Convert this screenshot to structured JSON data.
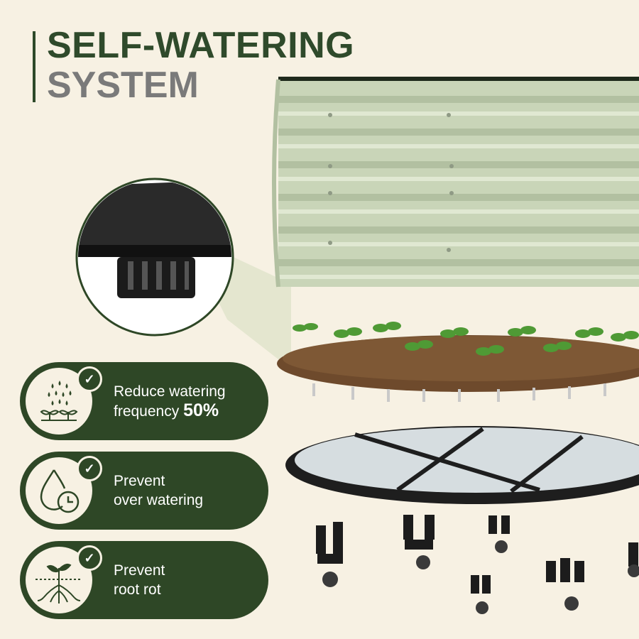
{
  "title": {
    "line1": "SELF-WATERING",
    "line2": "SYSTEM"
  },
  "features": [
    {
      "line1": "Reduce watering",
      "line2_prefix": "frequency ",
      "highlight": "50%",
      "icon": "water-drops-seedling-icon"
    },
    {
      "line1": "Prevent",
      "line2": "over watering",
      "icon": "drop-clock-icon"
    },
    {
      "line1": "Prevent",
      "line2": "root rot",
      "icon": "plant-roots-icon"
    }
  ],
  "check_glyph": "✓",
  "colors": {
    "background": "#f7f1e3",
    "dark_green": "#2e4726",
    "sage": "#c9d5b8",
    "title_green": "#2f4a2b",
    "title_gray": "#7a7a7a"
  }
}
